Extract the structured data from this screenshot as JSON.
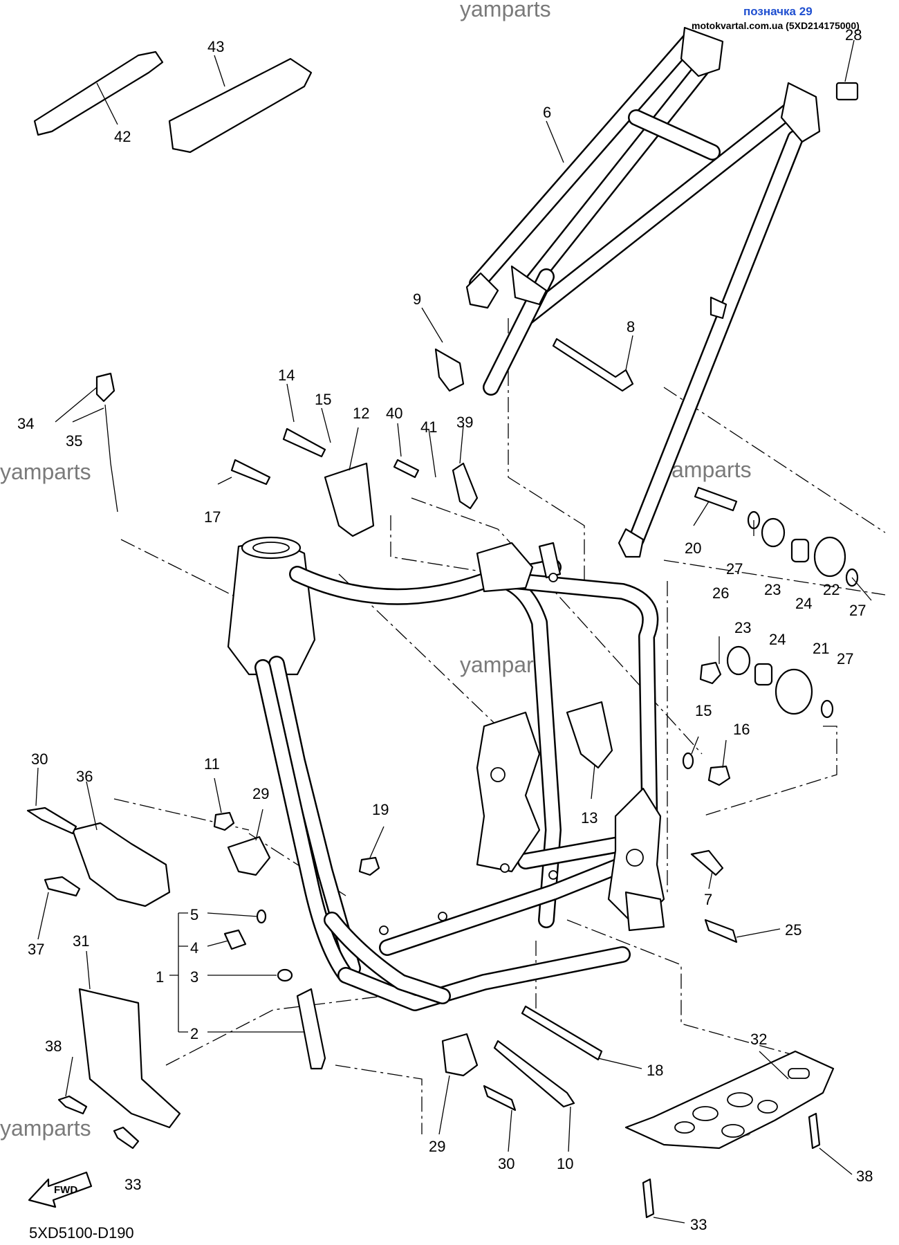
{
  "header": {
    "site_label": "позначка 29",
    "site_sub": "motokvartal.com.ua (5XD214175000)"
  },
  "watermark": "yamparts",
  "diagram_code": "5XD5100-D190",
  "fwd_label": "FWD",
  "callouts": [
    "42",
    "43",
    "6",
    "28",
    "9",
    "8",
    "34",
    "35",
    "14",
    "15",
    "12",
    "40",
    "41",
    "39",
    "17",
    "20",
    "27",
    "23",
    "24",
    "22",
    "26",
    "21",
    "15",
    "16",
    "13",
    "30",
    "36",
    "11",
    "29",
    "19",
    "5",
    "4",
    "1",
    "3",
    "2",
    "37",
    "31",
    "38",
    "33",
    "7",
    "25",
    "18",
    "32",
    "29",
    "30",
    "10",
    "38",
    "33",
    "27",
    "23",
    "24",
    "27"
  ]
}
